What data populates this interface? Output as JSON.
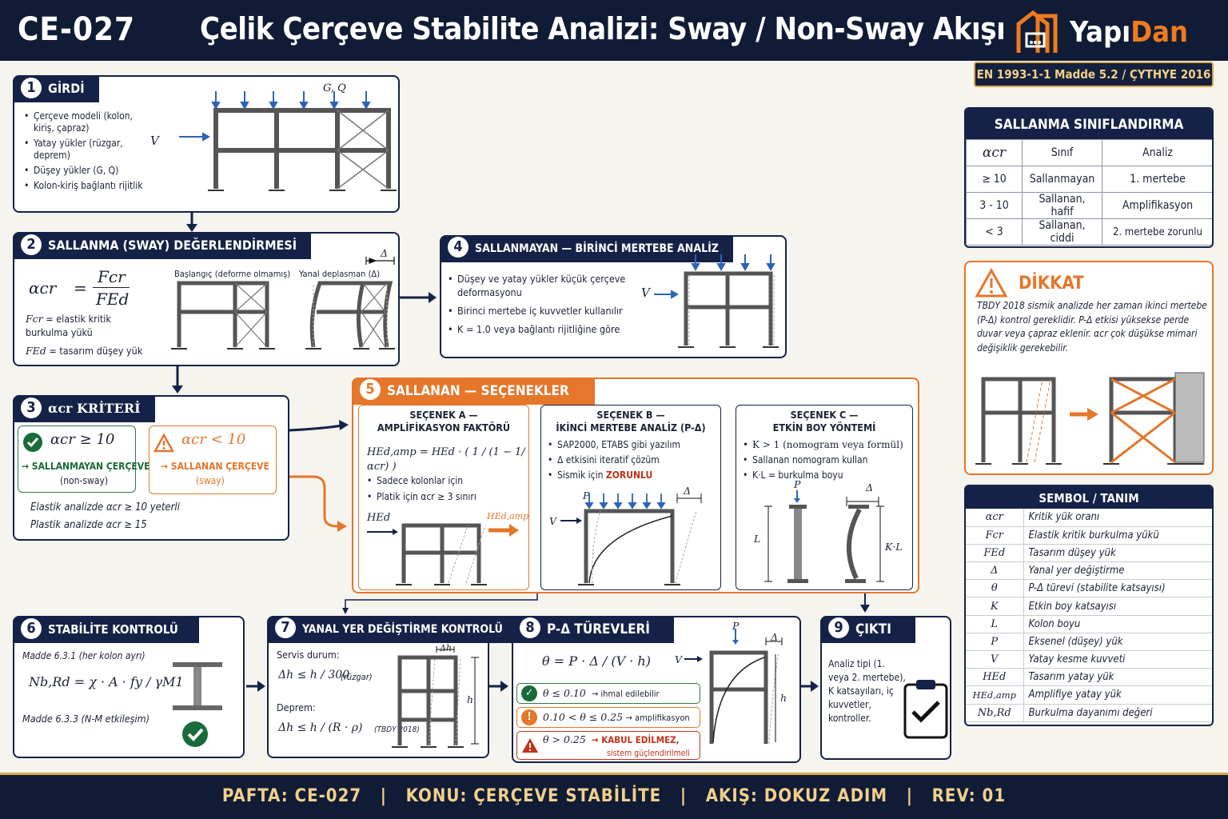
{
  "header": {
    "code": "CE-027",
    "title": "Çelik Çerçeve Stabilite Analizi: Sway / Non-Sway Akışı",
    "logo_part1": "Yapı",
    "logo_part2": "Dan",
    "standard": "EN 1993-1-1 Madde 5.2 / ÇYTHYE 2016"
  },
  "colors": {
    "navy": "#142247",
    "orange": "#e5762a",
    "green": "#1a6b3a",
    "gold": "#d7a84a"
  },
  "step1": {
    "num": "1",
    "title": "GİRDİ",
    "items": [
      "Çerçeve modeli (kolon, kiriş, çapraz)",
      "Yatay yükler (rüzgar, deprem)",
      "Düşey yükler (G, Q)",
      "Kolon-kiriş bağlantı rijitlik"
    ],
    "load_v": "V",
    "load_gq": "G, Q"
  },
  "step2": {
    "num": "2",
    "title": "SALLANMA (SWAY) DEĞERLENDİRMESİ",
    "formula_lhs": "αcr",
    "formula_num": "Fcr",
    "formula_den": "FEd",
    "def1_sym": "Fcr",
    "def1": "= elastik kritik burkulma yükü",
    "def2_sym": "FEd",
    "def2": "= tasarım düşey yük",
    "fig1": "Başlangıç (deforme olmamış)",
    "fig2": "Yanal deplasman (Δ)",
    "delta": "Δ"
  },
  "step3": {
    "num": "3",
    "title": "αcr KRİTERİ",
    "ok_cond": "αcr ≥ 10",
    "ok_text": "→ SALLANMAYAN ÇERÇEVE",
    "ok_sub": "(non-sway)",
    "warn_cond": "αcr < 10",
    "warn_text": "→ SALLANAN ÇERÇEVE",
    "warn_sub": "(sway)",
    "note1": "Elastik analizde αcr ≥ 10 yeterli",
    "note2": "Plastik analizde αcr ≥ 15"
  },
  "step4": {
    "num": "4",
    "title": "SALLANMAYAN — BİRİNCİ MERTEBE ANALİZ",
    "items": [
      "Düşey ve yatay yükler küçük çerçeve deformasyonu",
      "Birinci mertebe iç kuvvetler kullanılır",
      "K = 1.0 veya bağlantı rijitliğine göre"
    ],
    "load_v": "V"
  },
  "step5": {
    "num": "5",
    "title": "SALLANAN — SEÇENEKLER",
    "a_title1": "SEÇENEK A —",
    "a_title2": "AMPLİFİKASYON FAKTÖRÜ",
    "a_formula": "HEd,amp = HEd · ( 1 / (1 − 1/αcr) )",
    "a_items": [
      "Sadece kolonlar için",
      "Platik için αcr ≥ 3 sınırı"
    ],
    "a_h": "HEd",
    "a_hamp": "HEd,amp",
    "b_title1": "SEÇENEK B —",
    "b_title2": "İKİNCİ MERTEBE ANALİZ (P-Δ)",
    "b_items": [
      "SAP2000, ETABS gibi yazılım",
      "Δ etkisini iteratif çözüm",
      "Sismik için"
    ],
    "b_strong": "ZORUNLU",
    "b_p": "P",
    "b_v": "V",
    "b_d": "Δ",
    "c_title1": "SEÇENEK C —",
    "c_title2": "ETKİN BOY YÖNTEMİ",
    "c_items": [
      "K > 1 (nomogram veya formül)",
      "Sallanan nomogram kullan",
      "K·L = burkulma boyu"
    ],
    "c_p": "P",
    "c_d": "Δ",
    "c_l": "L",
    "c_kl": "K·L"
  },
  "step6": {
    "num": "6",
    "title": "STABİLİTE KONTROLÜ",
    "line1": "Madde 6.3.1 (her kolon ayrı)",
    "formula": "Nb,Rd = χ · A · fy / γM1",
    "line2": "Madde 6.3.3 (N-M etkileşim)"
  },
  "step7": {
    "num": "7",
    "title": "YANAL YER DEĞİŞTİRME KONTROLÜ",
    "serv": "Servis durum:",
    "f1": "Δh ≤ h / 300",
    "f1_note": "(rüzgar)",
    "dep": "Deprem:",
    "f2": "Δh ≤ h / (R · ρ)",
    "f2_note": "(TBDY 2018)",
    "dh": "Δh",
    "h": "h"
  },
  "step8": {
    "num": "8",
    "title": "P-Δ TÜREVLERİ",
    "formula": "θ = P · Δ / (V · h)",
    "r1_cond": "θ ≤ 0.10",
    "r1_text": "→ ihmal edilebilir",
    "r2_cond": "0.10 < θ ≤ 0.25",
    "r2_text": "→ amplifikasyon",
    "r3_cond": "θ > 0.25",
    "r3_text": "→ KABUL EDİLMEZ,",
    "r3_sub": "sistem güçlendirilmeli",
    "p": "P",
    "v": "V",
    "d": "Δ",
    "h": "h"
  },
  "step9": {
    "num": "9",
    "title": "ÇIKTI",
    "text": "Analiz tipi (1. veya 2. mertebe), K katsayıları, iç kuvvetler, kontroller."
  },
  "classification": {
    "title": "SALLANMA SINIFLANDIRMA",
    "headers": [
      "αcr",
      "Sınıf",
      "Analiz"
    ],
    "rows": [
      [
        "≥ 10",
        "Sallanmayan",
        "1. mertebe"
      ],
      [
        "3 - 10",
        "Sallanan, hafif",
        "Amplifikasyon"
      ],
      [
        "< 3",
        "Sallanan, ciddi",
        "2. mertebe zorunlu"
      ]
    ]
  },
  "warning": {
    "title": "DİKKAT",
    "text": "TBDY 2018 sismik analizde her zaman ikinci mertebe (P-Δ) kontrol gereklidir. P-Δ etkisi yüksekse perde duvar veya çapraz eklenir. αcr çok düşükse mimari değişiklik gerekebilir."
  },
  "symbols": {
    "title": "SEMBOL / TANIM",
    "rows": [
      [
        "αcr",
        "Kritik yük oranı"
      ],
      [
        "Fcr",
        "Elastik kritik burkulma yükü"
      ],
      [
        "FEd",
        "Tasarım düşey yük"
      ],
      [
        "Δ",
        "Yanal yer değiştirme"
      ],
      [
        "θ",
        "P-Δ türevi (stabilite katsayısı)"
      ],
      [
        "K",
        "Etkin boy katsayısı"
      ],
      [
        "L",
        "Kolon boyu"
      ],
      [
        "P",
        "Eksenel (düşey) yük"
      ],
      [
        "V",
        "Yatay kesme kuvveti"
      ],
      [
        "HEd",
        "Tasarım yatay yük"
      ],
      [
        "HEd,amp",
        "Amplifiye yatay yük"
      ],
      [
        "Nb,Rd",
        "Burkulma dayanımı değeri"
      ]
    ]
  },
  "footer": {
    "sheet": "PAFTA: CE-027",
    "topic": "KONU: ÇERÇEVE STABİLİTE",
    "flow": "AKIŞ: DOKUZ ADIM",
    "rev": "REV: 01"
  }
}
